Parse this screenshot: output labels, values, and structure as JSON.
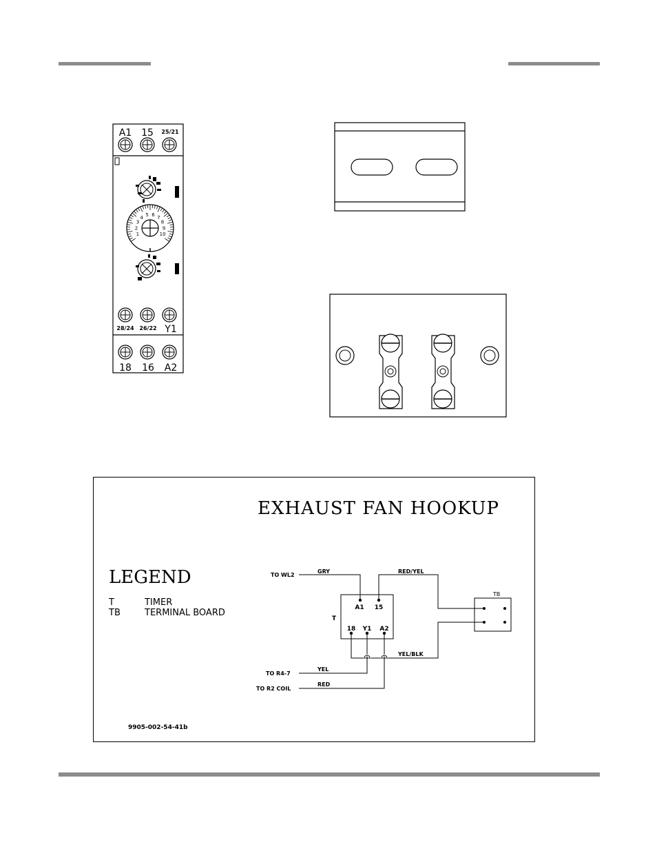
{
  "timer": {
    "top_terminals": [
      "A1",
      "15",
      "25/21"
    ],
    "mid_terminals": [
      "28/24",
      "26/22",
      "Y1"
    ],
    "bottom_terminals": [
      "18",
      "16",
      "A2"
    ],
    "dial_numbers": [
      "1",
      "2",
      "3",
      "4",
      "5",
      "6",
      "7",
      "8",
      "9",
      "10"
    ]
  },
  "diagram": {
    "title": "EXHAUST FAN HOOKUP",
    "legend": {
      "heading": "LEGEND",
      "items": [
        {
          "code": "T",
          "meaning": "TIMER"
        },
        {
          "code": "TB",
          "meaning": "TERMINAL BOARD"
        }
      ]
    },
    "timer_label": "T",
    "timer_pins": [
      "A1",
      "15",
      "18",
      "Y1",
      "A2"
    ],
    "terminal_board_label": "TB",
    "wire_labels": {
      "to_wl2": "TO WL2",
      "gry": "GRY",
      "red_yel": "RED/YEL",
      "yel_blk": "YEL/BLK",
      "to_r4_7": "TO R4-7",
      "yel": "YEL",
      "to_r2_coil": "TO R2 COIL",
      "red": "RED"
    },
    "part_number": "9905-002-54-41b"
  }
}
